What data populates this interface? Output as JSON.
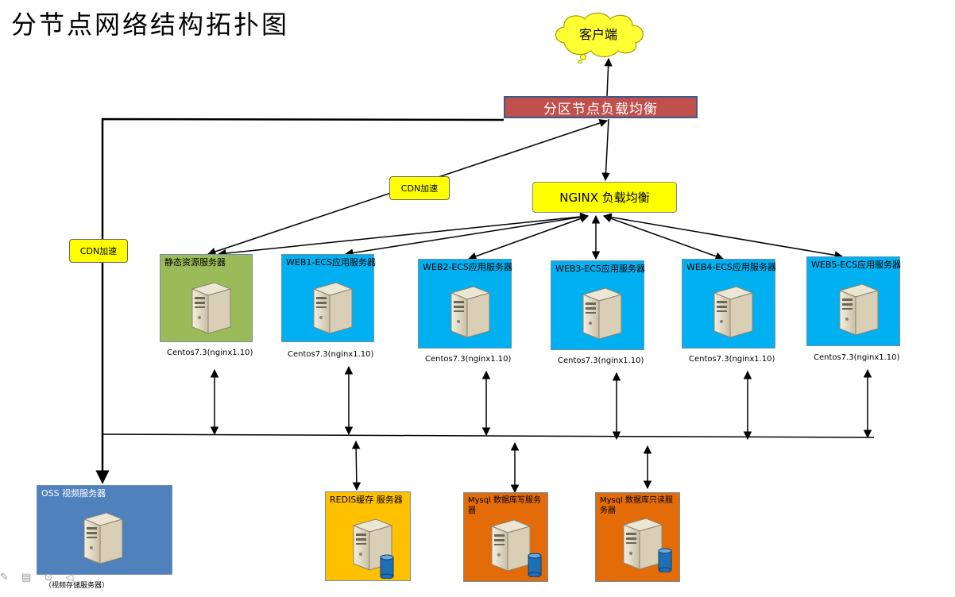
{
  "title": "分节点网络结构拓扑图",
  "client": "客户端",
  "partition_lb": "分区节点负载均衡",
  "nginx_lb": "NGINX 负载均衡",
  "cdn_labels": [
    "CDN加速",
    "CDN加速"
  ],
  "os_label": "Centos7.3(nginx1.10)",
  "servers": [
    {
      "name": "静态资源服务器",
      "color": "#9bbb59"
    },
    {
      "name": "WEB1-ECS应用服务器",
      "color": "#00b0f0"
    },
    {
      "name": "WEB2-ECS应用服务器",
      "color": "#00b0f0"
    },
    {
      "name": "WEB3-ECS应用服务器",
      "color": "#00b0f0"
    },
    {
      "name": "WEB4-ECS应用服务器",
      "color": "#00b0f0"
    },
    {
      "name": "WEB5-ECS应用服务器",
      "color": "#00b0f0"
    }
  ],
  "backend": [
    {
      "name": "OSS 视频服务器",
      "sub": "（视频存储服务器）",
      "color": "#4f81bd"
    },
    {
      "name": "REDIS缓存  服务器",
      "color": "#ffc000"
    },
    {
      "name": "Mysql  数据库写服务器",
      "color": "#e36c09"
    },
    {
      "name": "Mysql  数据库只读服务器",
      "color": "#e36c09"
    }
  ],
  "colors": {
    "partition_fill": "#c0504d",
    "highlight": "#ffff00",
    "line": "#000000"
  }
}
